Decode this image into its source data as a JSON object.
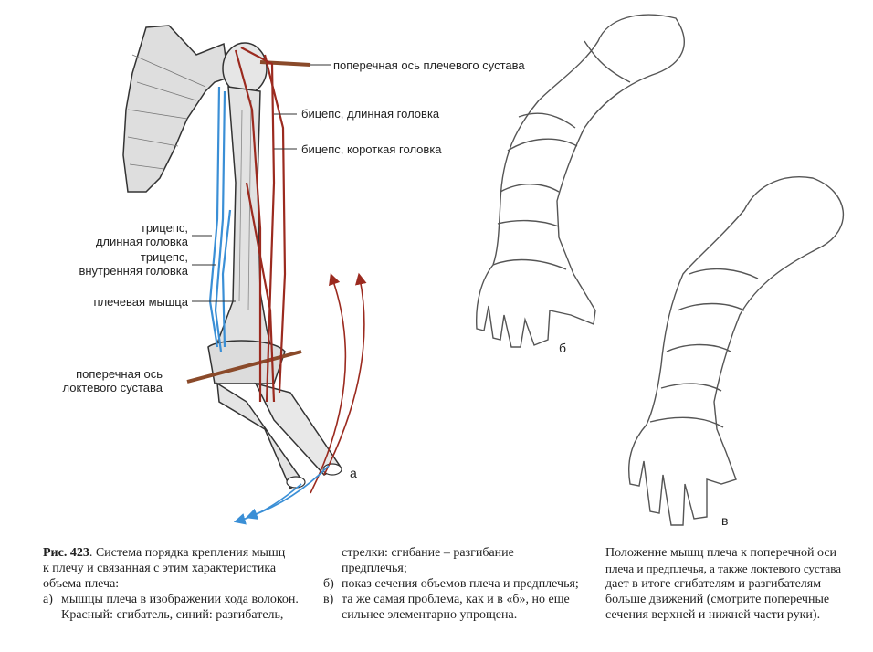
{
  "figure": {
    "labels": {
      "shoulder_axis": "поперечная ось плечевого сустава",
      "biceps_long": "бицепс, длинная головка",
      "biceps_short": "бицепс, короткая головка",
      "triceps_long_1": "трицепс,",
      "triceps_long_2": "длинная головка",
      "triceps_inner_1": "трицепс,",
      "triceps_inner_2": "внутренняя головка",
      "brachialis": "плечевая мышца",
      "elbow_axis_1": "поперечная ось",
      "elbow_axis_2": "локтевого сустава",
      "letter_a": "а",
      "letter_b": "б",
      "letter_v": "в"
    },
    "colors": {
      "flexor_red": "#9b2a1f",
      "extensor_blue": "#3a8fd6",
      "ink": "#333333"
    }
  },
  "caption": {
    "col1": {
      "fig_label": "Рис. 423",
      "line1": ". Система порядка крепления мышц",
      "line2": "к плечу и связанная с этим характеристика",
      "line3": "объема плеча:",
      "item_a_marker": "а)",
      "item_a_text": "мышцы плеча в изображении хода волокон.",
      "item_a_cont": "Красный: сгибатель, синий: разгибатель,"
    },
    "col2": {
      "line1": "стрелки: сгибание – разгибание",
      "line2": "предплечья;",
      "item_b_marker": "б)",
      "item_b_text": "показ сечения объемов плеча и предплечья;",
      "item_v_marker": "в)",
      "item_v_text": "та же самая проблема, как и в «б», но еще",
      "item_v_cont": "сильнее элементарно упрощена."
    },
    "col3": {
      "line1": "Положение мышц плеча к поперечной оси",
      "line2": "плеча и предплечья, а также локтевого сустава",
      "line3": "дает в итоге сгибателям и разгибателям",
      "line4": "больше движений (смотрите поперечные",
      "line5": "сечения верхней и нижней части руки)."
    }
  }
}
